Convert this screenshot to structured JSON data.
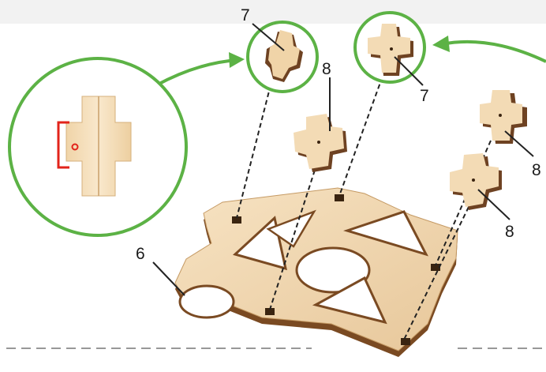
{
  "callouts": {
    "part_6": "6",
    "part_7_left": "7",
    "part_7_right": "7",
    "part_8_center": "8",
    "part_8_right_top": "8",
    "part_8_right_bottom": "8"
  },
  "colors": {
    "highlight_ring": "#5cb245",
    "marker_red": "#e2231a",
    "wood_face": "#f2d9b4",
    "wood_edge": "#8a5a2b",
    "guide_line": "#222222",
    "baseline": "#777777"
  },
  "icons": {
    "detail_view": "zoomed-peg-detail",
    "arrow": "curved-arrow"
  }
}
